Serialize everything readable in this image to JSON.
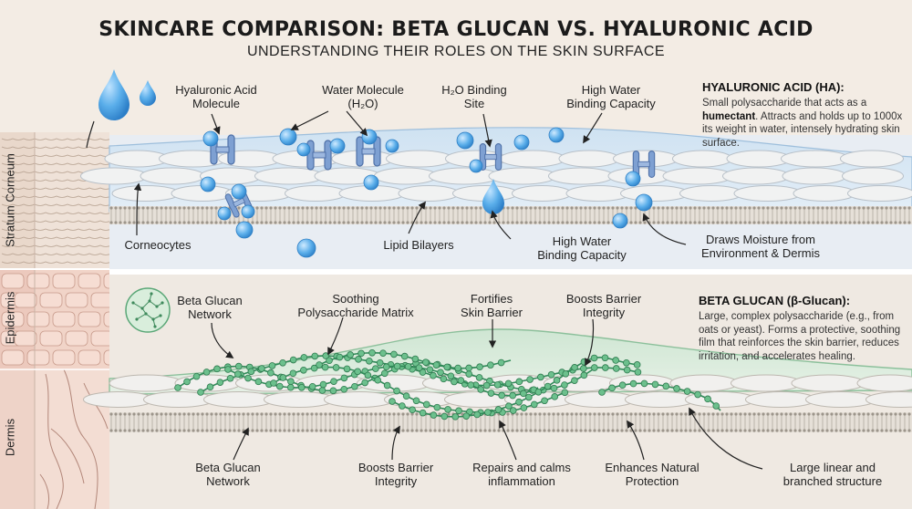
{
  "title": "SKINCARE COMPARISON: BETA GLUCAN VS. HYALURONIC ACID",
  "subtitle": "UNDERSTANDING THEIR ROLES ON THE SKIN SURFACE",
  "layers": {
    "stratum": "Stratum Corneum",
    "epidermis": "Epidermis",
    "dermis": "Dermis"
  },
  "ha_panel": {
    "labels": {
      "ha_molecule": "Hyaluronic Acid\nMolecule",
      "water_molecule": "Water Molecule\n(H₂O)",
      "binding_site": "H₂O Binding\nSite",
      "high_capacity_top": "High Water\nBinding Capacity",
      "corneocytes": "Corneocytes",
      "lipid_bilayers": "Lipid Bilayers",
      "high_capacity_bottom": "High Water\nBinding Capacity",
      "draws_moisture": "Draws Moisture from\nEnvironment & Dermis"
    },
    "side_title": "HYALURONIC ACID (HA):",
    "side_desc_before": "Small polysaccharide that acts as a ",
    "side_desc_bold": "humectant",
    "side_desc_after": ". Attracts and holds up to 1000x its weight in water, intensely hydrating skin surface."
  },
  "bg_panel": {
    "labels": {
      "network_top": "Beta Glucan\nNetwork",
      "soothing": "Soothing\nPolysaccharide Matrix",
      "fortifies": "Fortifies\nSkin Barrier",
      "boosts_top": "Boosts Barrier\nIntegrity",
      "network_bottom": "Beta Glucan\nNetwork",
      "boosts_bottom": "Boosts Barrier\nIntegrity",
      "repairs": "Repairs and calms\ninflammation",
      "enhances": "Enhances Natural\nProtection",
      "large_linear": "Large linear and\nbranched structure"
    },
    "side_title": "BETA GLUCAN (β-Glucan):",
    "side_desc": "Large, complex polysaccharide (e.g., from oats or yeast). Forms a protective, soothing film that reinforces the skin barrier, reduces irritation, and accelerates healing."
  },
  "colors": {
    "background": "#f3ece4",
    "water_blue": "#4a9fe0",
    "ha_blue": "#6e93c9",
    "bg_green": "#3f9a66",
    "skin_pink": "#ecd2c8"
  }
}
